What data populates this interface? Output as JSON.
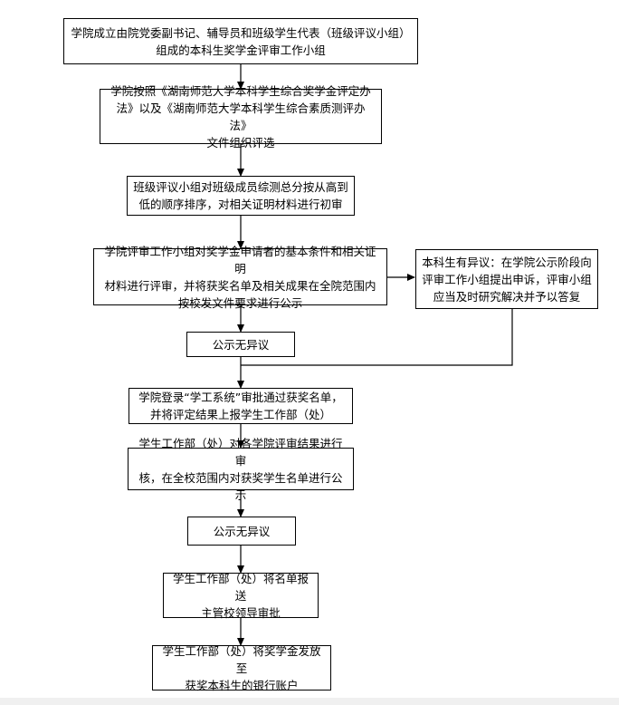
{
  "flowchart": {
    "steps": {
      "s1": "学院成立由院党委副书记、辅导员和班级学生代表（班级评议小组）\n组成的本科生奖学金评审工作小组",
      "s2": "学院按照《湖南师范大学本科学生综合奖学金评定办\n法》以及《湖南师范大学本科学生综合素质测评办法》\n文件组织评选",
      "s3": "班级评议小组对班级成员综测总分按从高到\n低的顺序排序，对相关证明材料进行初审",
      "s4": "学院评审工作小组对奖学金申请者的基本条件和相关证明\n材料进行评审，并将获奖名单及相关成果在全院范围内\n按校发文件要求进行公示",
      "objection": "本科生有异议：在学院公示阶段向\n评审工作小组提出申诉，评审小组\n应当及时研究解决并予以答复",
      "s5": "公示无异议",
      "s6": "学院登录“学工系统”审批通过获奖名单，\n并将评定结果上报学生工作部（处）",
      "s7": "学生工作部（处）对各学院评审结果进行审\n核，在全校范围内对获奖学生名单进行公示",
      "s8": "公示无异议",
      "s9": "学生工作部（处）将名单报送\n主管校领导审批",
      "s10": "学生工作部（处）将奖学金发放至\n获奖本科生的银行账户"
    }
  }
}
